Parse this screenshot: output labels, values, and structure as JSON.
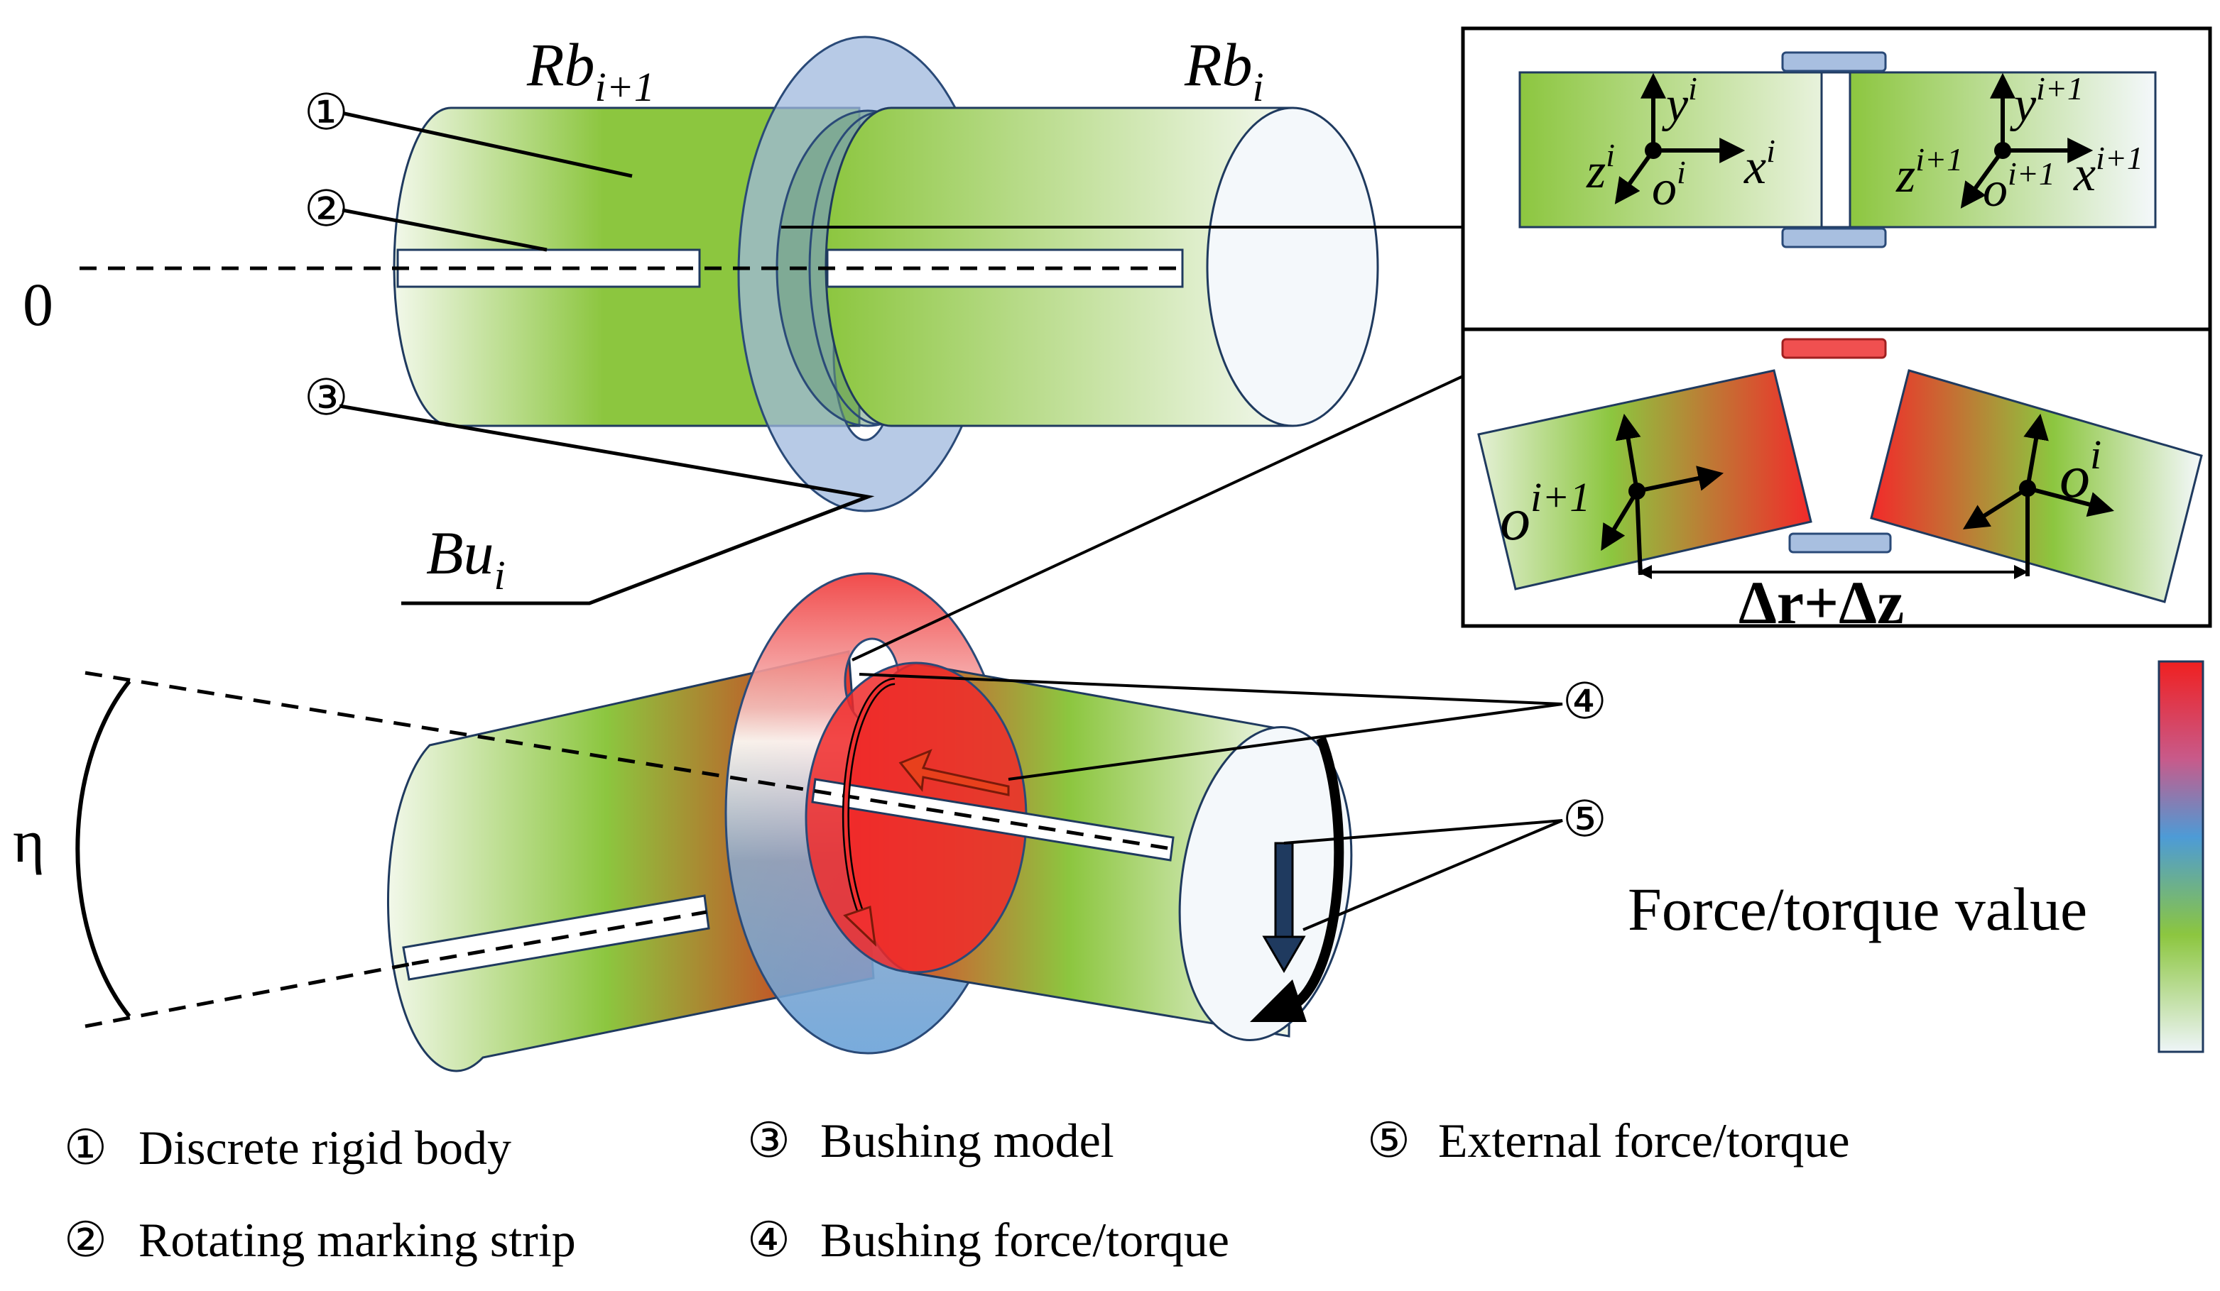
{
  "labels": {
    "rb_next_base": "Rb",
    "rb_next_sub": "i+1",
    "rb_cur_base": "Rb",
    "rb_cur_sub": "i",
    "bu_base": "Bu",
    "bu_sub": "i",
    "zero": "0",
    "eta": "η",
    "force_torque_value": "Force/torque value",
    "delta": "Δr+Δz"
  },
  "markers": {
    "m1": "①",
    "m2": "②",
    "m3": "③",
    "m4": "④",
    "m5": "⑤"
  },
  "inset": {
    "axis_i": {
      "y": "y",
      "y_sup": "i",
      "x": "x",
      "x_sup": "i",
      "z": "z",
      "z_sup": "i",
      "o": "o",
      "o_sup": "i"
    },
    "axis_i1": {
      "y": "y",
      "y_sup": "i+1",
      "x": "x",
      "x_sup": "i+1",
      "z": "z",
      "z_sup": "i+1",
      "o": "o",
      "o_sup": "i+1"
    },
    "lower_o_left": "o",
    "lower_o_left_sup": "i+1",
    "lower_o_right": "o",
    "lower_o_right_sup": "i"
  },
  "legend": [
    {
      "marker": "①",
      "text": "Discrete rigid body"
    },
    {
      "marker": "②",
      "text": "Rotating marking strip"
    },
    {
      "marker": "③",
      "text": "Bushing model"
    },
    {
      "marker": "④",
      "text": "Bushing force/torque"
    },
    {
      "marker": "⑤",
      "text": "External force/torque"
    }
  ],
  "colors": {
    "green": "#8cc63f",
    "green_light": "#eef5e4",
    "bushing_blue": "#a8bfe0",
    "red": "#f03030",
    "dark_blue": "#1f3a5f"
  }
}
